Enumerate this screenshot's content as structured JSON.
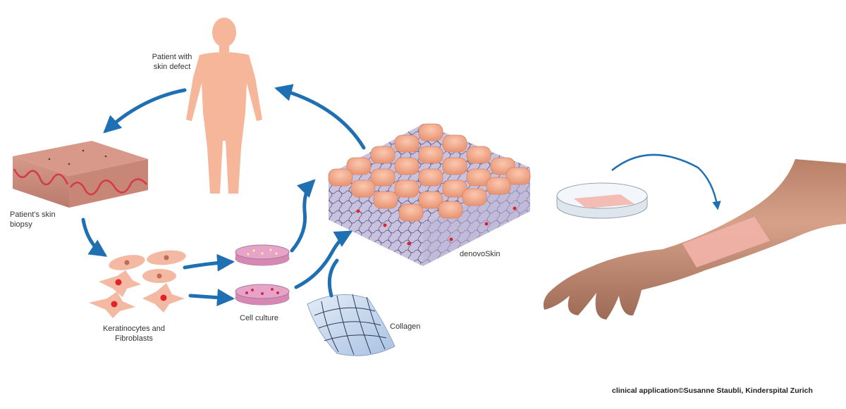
{
  "labels": {
    "patient": "Patient with\nskin defect",
    "biopsy": "Patient’s skin\nbiopsy",
    "cells": "Keratinocytes and\nFibroblasts",
    "culture": "Cell culture",
    "collagen": "Collagen",
    "product": "denovoSkin"
  },
  "credit": "clinical application©Susanne Staubli, Kinderspital Zurich",
  "colors": {
    "arrow": "#1f6fb3",
    "body": "#f6b69a",
    "skin_top": "#d9998a",
    "dish_medium": "#e7a3c8",
    "collagen": "#c7d8ee",
    "cells": "#f4b9a3",
    "nucleus": "#e0222a",
    "arm": "#c98f74",
    "graft": "#f2b2a8"
  }
}
